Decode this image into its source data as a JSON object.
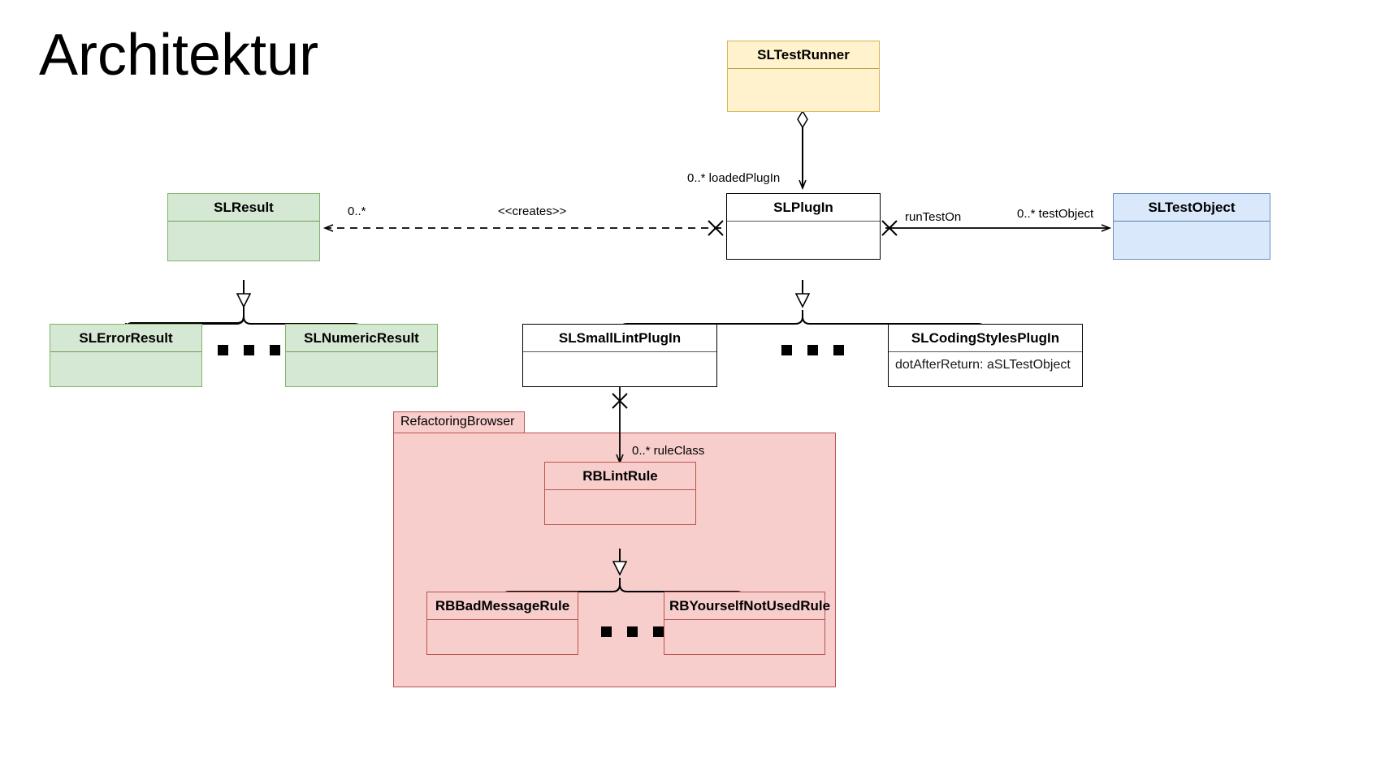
{
  "slide": {
    "title": "Architektur",
    "diagram_type": "uml-class-diagram"
  },
  "colors": {
    "green_fill": "#d5e8d4",
    "green_stroke": "#82b366",
    "yellow_fill": "#fff2cc",
    "yellow_stroke": "#d6b656",
    "blue_fill": "#dae8fc",
    "blue_stroke": "#6c8ebf",
    "red_fill": "#f8cecc",
    "red_stroke": "#b85450",
    "white_fill": "#ffffff",
    "line": "#000000",
    "background": "#ffffff"
  },
  "package": {
    "name": "RefactoringBrowser"
  },
  "classes": {
    "sl_test_runner": {
      "name": "SLTestRunner",
      "attribute": ""
    },
    "sl_plugin": {
      "name": "SLPlugIn",
      "attribute": ""
    },
    "sl_test_object": {
      "name": "SLTestObject",
      "attribute": ""
    },
    "sl_result": {
      "name": "SLResult",
      "attribute": ""
    },
    "sl_error_result": {
      "name": "SLErrorResult",
      "attribute": ""
    },
    "sl_numeric_result": {
      "name": "SLNumericResult",
      "attribute": ""
    },
    "sl_small_lint_plugin": {
      "name": "SLSmallLintPlugIn",
      "attribute": ""
    },
    "sl_coding_styles_plugin": {
      "name": "SLCodingStylesPlugIn",
      "attribute": "dotAfterReturn: aSLTestObject"
    },
    "rb_lint_rule": {
      "name": "RBLintRule",
      "attribute": ""
    },
    "rb_bad_message_rule": {
      "name": "RBBadMessageRule",
      "attribute": ""
    },
    "rb_yourself_not_used_rule": {
      "name": "RBYourselfNotUsedRule",
      "attribute": ""
    }
  },
  "edges": {
    "loaded_plugin": "0..* loadedPlugIn",
    "creates_mult": "0..*",
    "creates_stereo": "<<creates>>",
    "run_test_on": "runTestOn",
    "test_object": "0..* testObject",
    "rule_class": "0..* ruleClass"
  },
  "relations": [
    {
      "from": "SLTestRunner",
      "to": "SLPlugIn",
      "type": "aggregation",
      "label": "0..* loadedPlugIn"
    },
    {
      "from": "SLPlugIn",
      "to": "SLResult",
      "type": "dependency",
      "label": "<<creates>>",
      "multiplicity": "0..*"
    },
    {
      "from": "SLPlugIn",
      "to": "SLTestObject",
      "type": "association",
      "label": "runTestOn",
      "multiplicity": "0..* testObject"
    },
    {
      "from": "SLErrorResult",
      "to": "SLResult",
      "type": "generalization"
    },
    {
      "from": "SLNumericResult",
      "to": "SLResult",
      "type": "generalization"
    },
    {
      "from": "SLSmallLintPlugIn",
      "to": "SLPlugIn",
      "type": "generalization"
    },
    {
      "from": "SLCodingStylesPlugIn",
      "to": "SLPlugIn",
      "type": "generalization"
    },
    {
      "from": "SLSmallLintPlugIn",
      "to": "RBLintRule",
      "type": "association",
      "label": "0..* ruleClass"
    },
    {
      "from": "RBBadMessageRule",
      "to": "RBLintRule",
      "type": "generalization"
    },
    {
      "from": "RBYourselfNotUsedRule",
      "to": "RBLintRule",
      "type": "generalization"
    }
  ]
}
